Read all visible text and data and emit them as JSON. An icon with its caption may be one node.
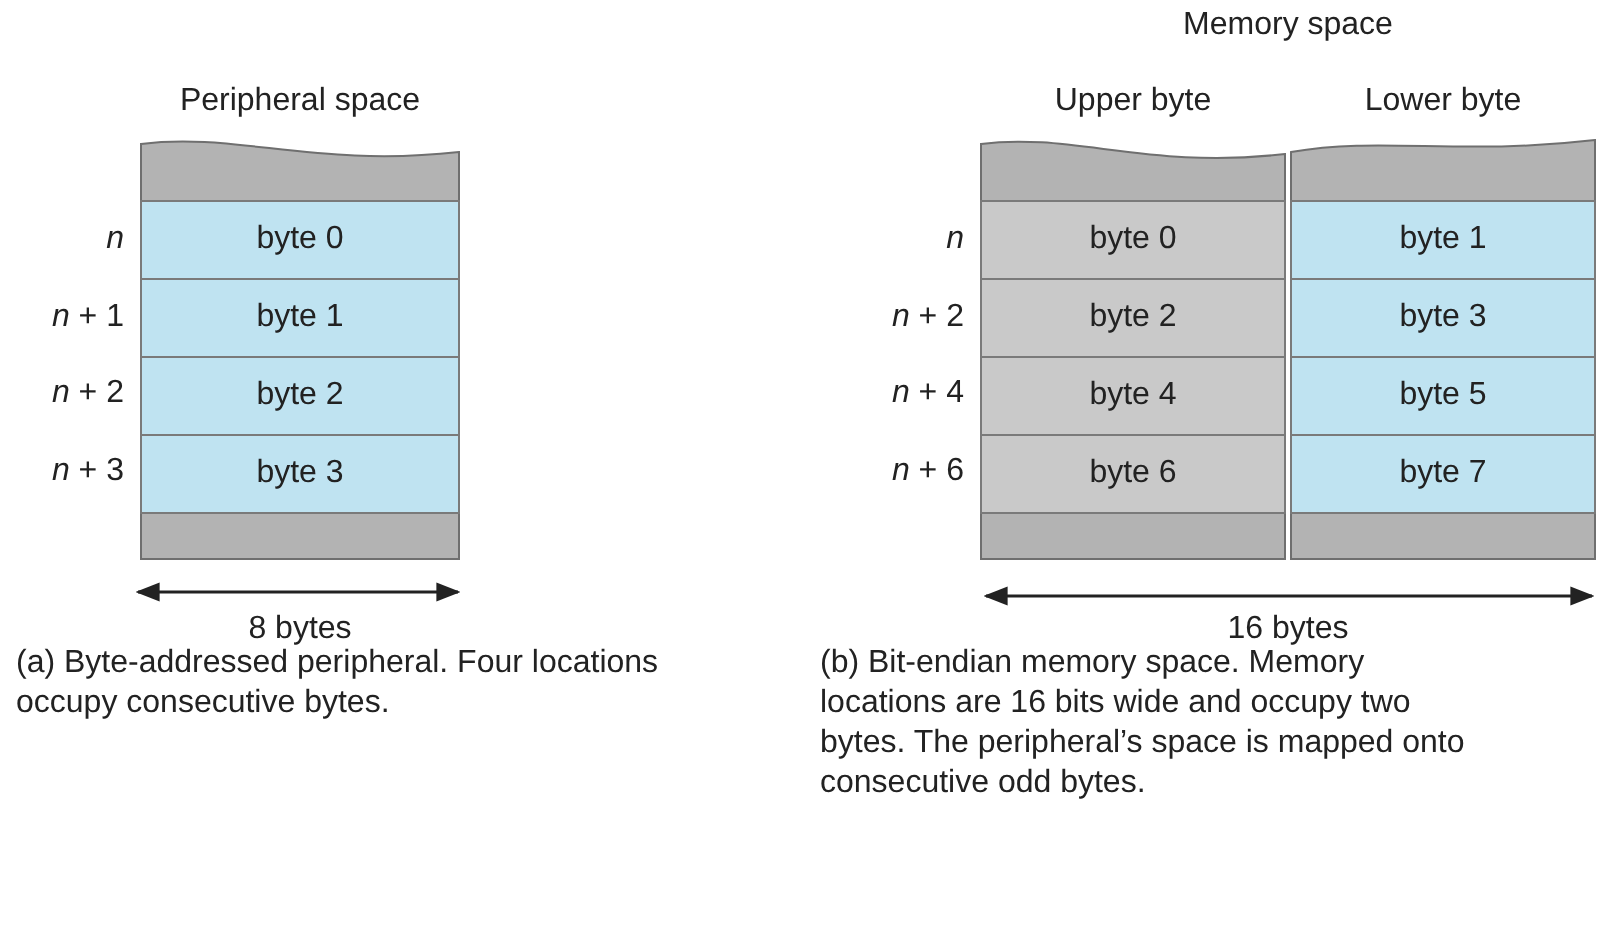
{
  "diagram": {
    "nodes": [
      {
        "text": [
          "Peripheral space"
        ]
      },
      {
        "text": [
          "byte 0"
        ],
        "in": 0
      },
      {
        "text": [
          "byte 1"
        ],
        "in": 0
      },
      {
        "text": [
          "byte 2"
        ],
        "in": 0
      },
      {
        "text": [
          "byte 3"
        ],
        "in": 0
      },
      {
        "text": [
          "Memory space"
        ]
      },
      {
        "text": [
          "Upper byte"
        ],
        "in": 5
      },
      {
        "text": [
          "byte 0"
        ],
        "in": 6
      },
      {
        "text": [
          "byte 2"
        ],
        "in": 6
      },
      {
        "text": [
          "byte 4"
        ],
        "in": 6
      },
      {
        "text": [
          "byte 6"
        ],
        "in": 6
      },
      {
        "text": [
          "Lower byte"
        ],
        "in": 5
      },
      {
        "text": [
          "byte 1"
        ],
        "in": 11
      },
      {
        "text": [
          "byte 3"
        ],
        "in": 11
      },
      {
        "text": [
          "byte 5"
        ],
        "in": 11
      },
      {
        "text": [
          "byte 7"
        ],
        "in": 11
      }
    ],
    "edges": [],
    "labels": [
      "n",
      "*n* + 1",
      "*n* + 2",
      "*n* + 3",
      "8 bytes",
      "(a) Byte-addressed peripheral. Four locations occupy consecutive bytes.",
      "n",
      "*n* + 2",
      "*n* + 4",
      "*n* + 6",
      "16 bytes",
      "(b) Bit-endian memory space. Memory locations are 16 bits wide and occupy two bytes. The peripheral’s space is mapped onto consecutive odd bytes."
    ]
  }
}
